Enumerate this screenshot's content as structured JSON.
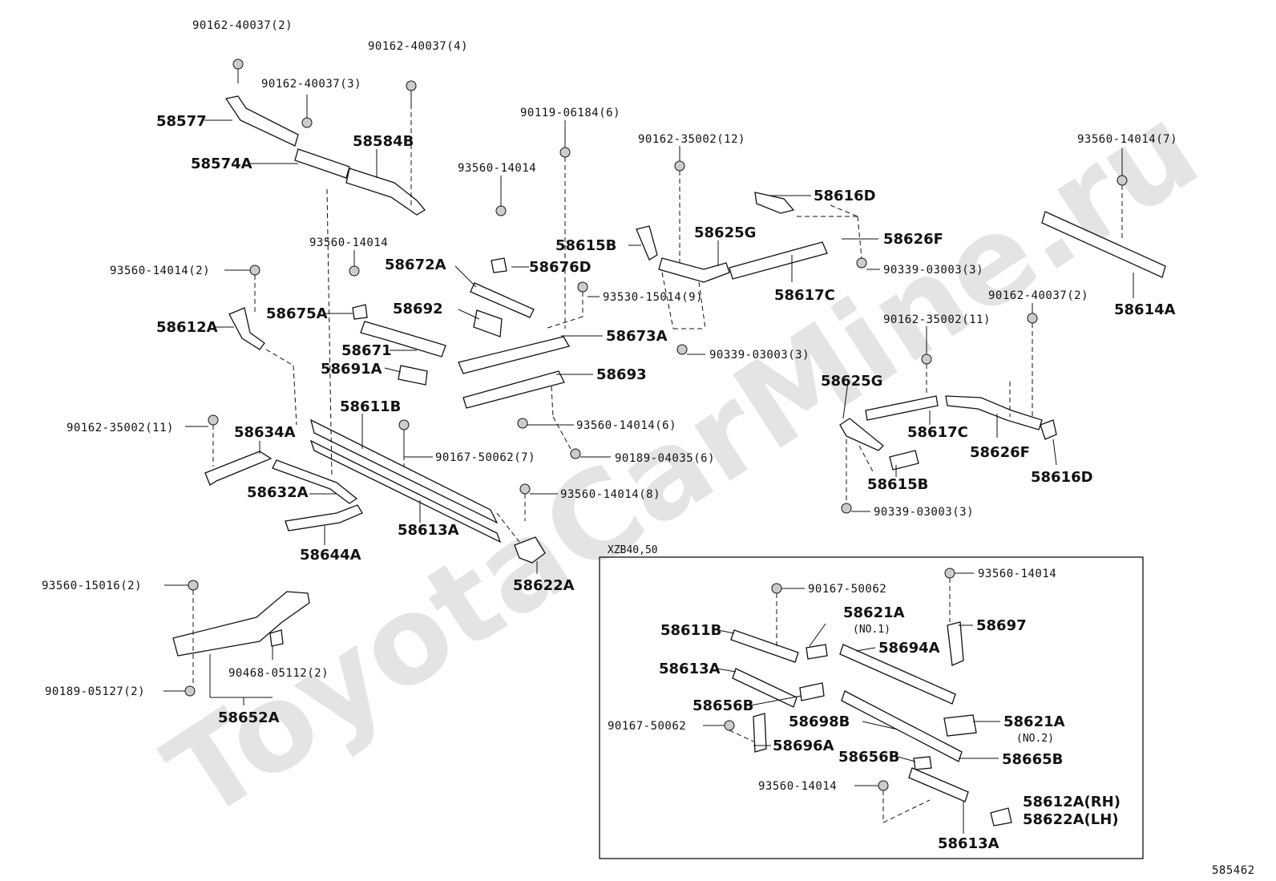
{
  "watermark": "ToyotaCarMine.ru",
  "diagram_id": "585462",
  "inset": {
    "title": "XZB40,50"
  },
  "labels": {
    "l01": "90162-40037(2)",
    "l02": "90162-40037(4)",
    "l03": "90162-40037(3)",
    "l04": "58577",
    "l05": "58574A",
    "l06": "58584B",
    "l07": "90119-06184(6)",
    "l08": "93560-14014",
    "l09": "90162-35002(12)",
    "l10": "58616D",
    "l11": "93560-14014(7)",
    "l12": "58615B",
    "l13": "58625G",
    "l14": "58626F",
    "l15": "90339-03003(3)",
    "l16": "58617C",
    "l17": "58614A",
    "l18": "93560-14014",
    "l19": "93560-14014(2)",
    "l20": "58672A",
    "l21": "58676D",
    "l22": "93530-15014(9)",
    "l23": "58675A",
    "l24": "58692",
    "l25": "58612A",
    "l26": "58673A",
    "l27": "58671",
    "l28": "90339-03003(3)",
    "l29": "90162-40037(2)",
    "l30": "90162-35002(11)",
    "l31": "58691A",
    "l32": "58693",
    "l33": "58611B",
    "l34": "58625G",
    "l35": "90162-35002(11)",
    "l36": "58634A",
    "l37": "93560-14014(6)",
    "l38": "90167-50062(7)",
    "l39": "90189-04035(6)",
    "l40": "58617C",
    "l41": "58626F",
    "l42": "58616D",
    "l43": "58615B",
    "l44": "93560-14014(8)",
    "l45": "58632A",
    "l46": "58613A",
    "l47": "90339-03003(3)",
    "l48": "58644A",
    "l49": "58622A",
    "l50": "93560-15016(2)",
    "l51": "90468-05112(2)",
    "l52": "90189-05127(2)",
    "l53": "58652A",
    "i01": "93560-14014",
    "i02": "90167-50062",
    "i03": "58621A",
    "i04": "(NO.1)",
    "i05": "58697",
    "i06": "58611B",
    "i07": "58694A",
    "i08": "58613A",
    "i09": "58656B",
    "i10": "90167-50062",
    "i11": "58698B",
    "i12": "58621A",
    "i13": "(NO.2)",
    "i14": "58696A",
    "i15": "58656B",
    "i16": "58665B",
    "i17": "93560-14014",
    "i18": "58612A(RH)",
    "i19": "58622A(LH)",
    "i20": "58613A"
  }
}
